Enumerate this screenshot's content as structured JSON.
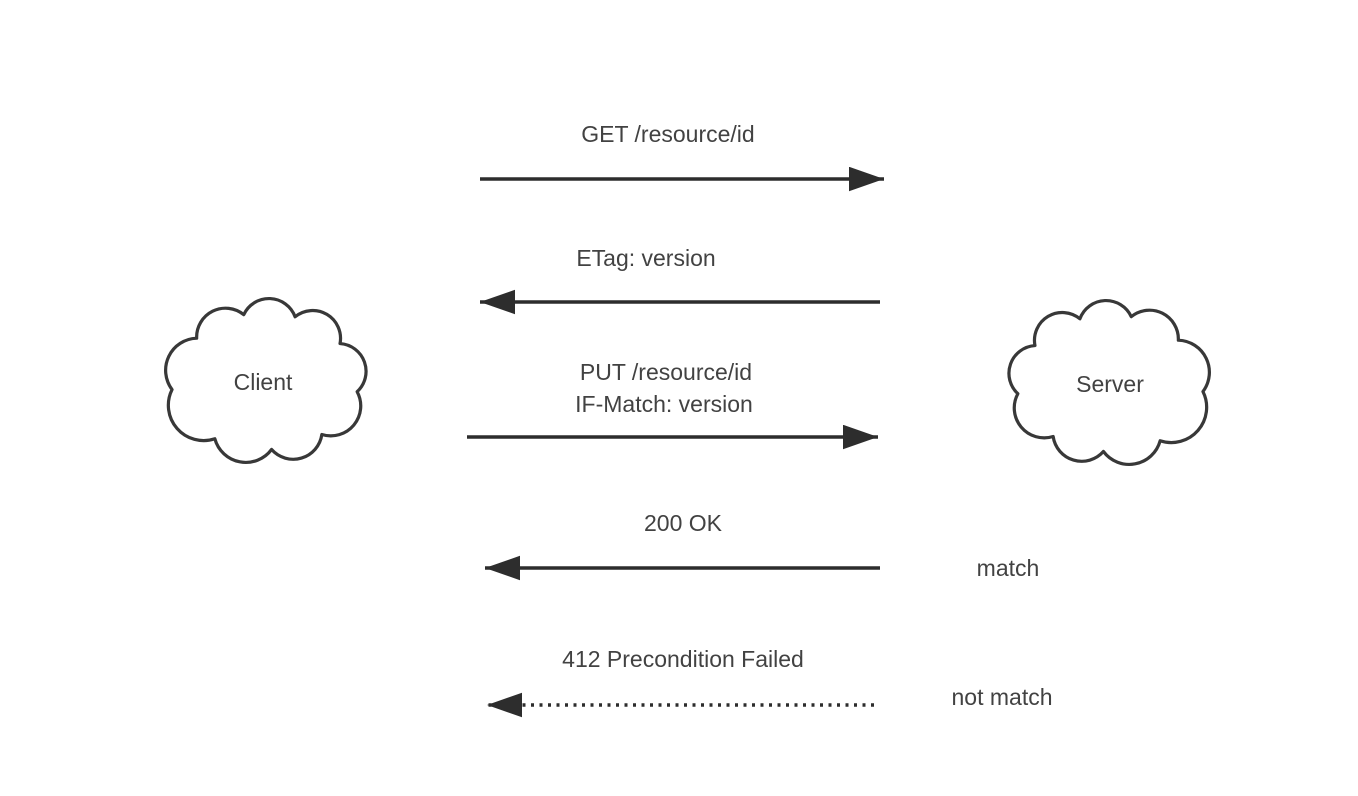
{
  "diagram": {
    "background_color": "#ffffff",
    "line_color": "#2d2d2d",
    "text_color": "#424242",
    "cloud_stroke_color": "#383838",
    "nodes": {
      "client": {
        "label": "Client"
      },
      "server": {
        "label": "Server"
      }
    },
    "messages": [
      {
        "label": "GET /resource/id",
        "from": "client",
        "to": "server",
        "style": "solid"
      },
      {
        "label": "ETag: version",
        "from": "server",
        "to": "client",
        "style": "solid"
      },
      {
        "label_line1": "PUT /resource/id",
        "label_line2": "IF-Match: version",
        "from": "client",
        "to": "server",
        "style": "solid"
      },
      {
        "label": "200 OK",
        "from": "server",
        "to": "client",
        "style": "solid",
        "note": "match"
      },
      {
        "label": "412 Precondition Failed",
        "from": "server",
        "to": "client",
        "style": "dotted",
        "note": "not match"
      }
    ]
  }
}
